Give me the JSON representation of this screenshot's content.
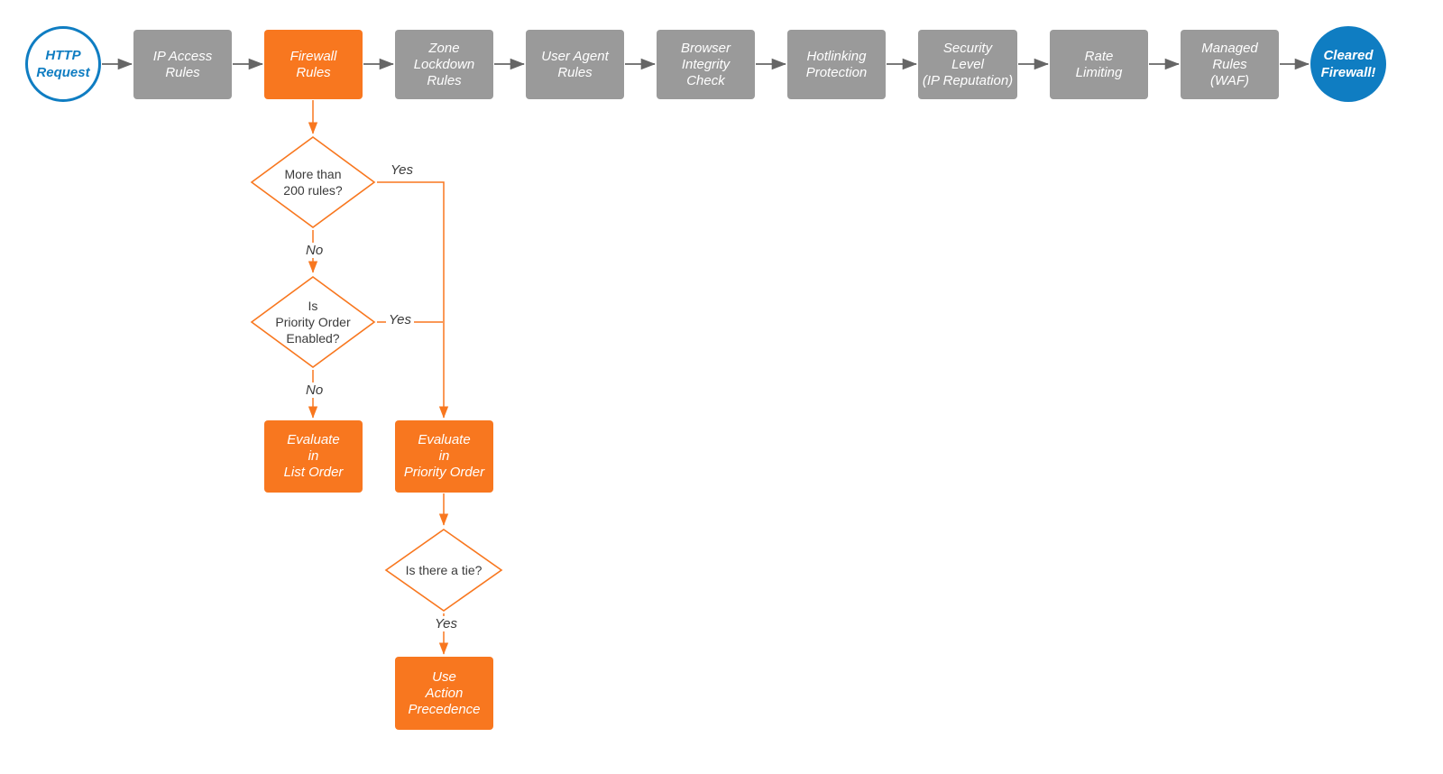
{
  "colors": {
    "orange": "#F8771F",
    "gray": "#9A9A9A",
    "blue": "#0F7DC2",
    "arrow_gray": "#666666"
  },
  "pipeline": {
    "start_label": "HTTP\nRequest",
    "steps": [
      {
        "label": "IP Access\nRules"
      },
      {
        "label": "Firewall\nRules"
      },
      {
        "label": "Zone\nLockdown\nRules"
      },
      {
        "label": "User Agent\nRules"
      },
      {
        "label": "Browser\nIntegrity\nCheck"
      },
      {
        "label": "Hotlinking\nProtection"
      },
      {
        "label": "Security\nLevel\n(IP Reputation)"
      },
      {
        "label": "Rate\nLimiting"
      },
      {
        "label": "Managed\nRules\n(WAF)"
      }
    ],
    "end_label": "Cleared\nFirewall!"
  },
  "branch": {
    "decision_rules_count": {
      "label": "More than\n200 rules?",
      "yes_label": "Yes",
      "no_label": "No"
    },
    "decision_priority_enabled": {
      "label": "Is\nPriority Order\nEnabled?",
      "yes_label": "Yes",
      "no_label": "No"
    },
    "evaluate_list_order": {
      "label": "Evaluate\nin\nList Order"
    },
    "evaluate_priority_order": {
      "label": "Evaluate\nin\nPriority Order"
    },
    "decision_tie": {
      "label": "Is there a tie?",
      "yes_label": "Yes"
    },
    "use_action_precedence": {
      "label": "Use\nAction\nPrecedence"
    }
  }
}
